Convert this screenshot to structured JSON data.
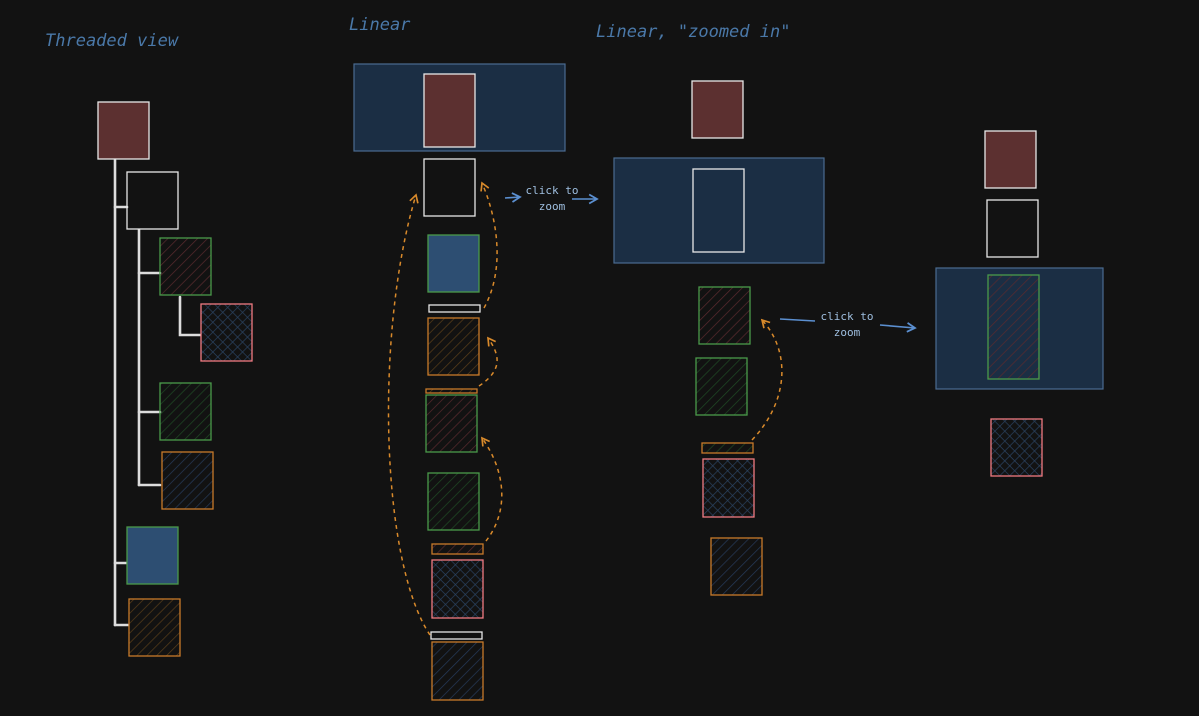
{
  "labels": {
    "threaded": "Threaded view",
    "linear": "Linear",
    "zoomed": "Linear, \"zoomed in\""
  },
  "notes": {
    "line1": "click to",
    "line2": "zoom"
  },
  "colors": {
    "background": "#121212",
    "title": "#4a78a8",
    "note": "#9fbfe0",
    "arrow": "#5b8fd0",
    "dashed": "#d98a2b",
    "panel": "#1b2e44",
    "panel_stroke": "#4a6b90",
    "thread_line": "#dddddd",
    "maroon": "#5c3030",
    "blue": "#2d4e72",
    "outline_white": "#e8e8e8",
    "outline_green": "#4a9a4a",
    "outline_pink": "#f07a80",
    "outline_orange": "#c87a2a"
  }
}
